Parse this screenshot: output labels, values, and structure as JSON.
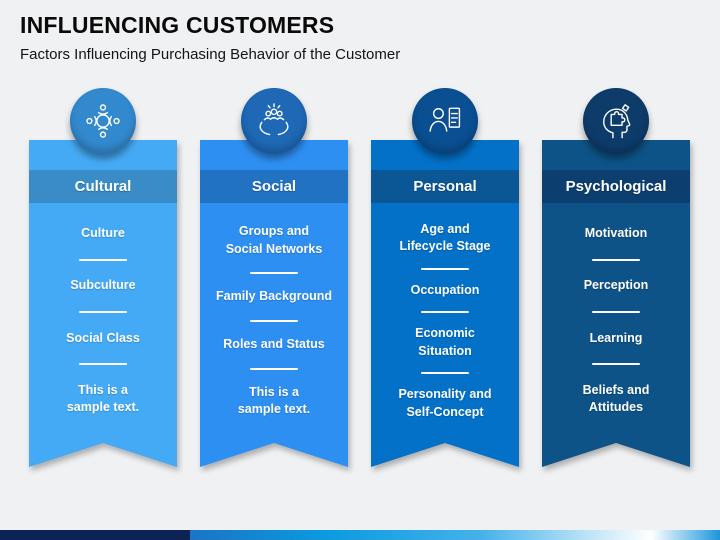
{
  "slide": {
    "title": "INFLUENCING CUSTOMERS",
    "subtitle": "Factors Influencing Purchasing Behavior of the Customer",
    "background_color": "#F0F1F3"
  },
  "columns": [
    {
      "header": "Cultural",
      "icon": "culture-group-icon",
      "colors": {
        "body": "#45AAF5",
        "band": "#3A8CC9",
        "circle": "#3289CE"
      },
      "items": [
        "Culture",
        "Subculture",
        "Social Class",
        "This is a\nsample text."
      ]
    },
    {
      "header": "Social",
      "icon": "hands-holding-people-icon",
      "colors": {
        "body": "#2E8FF2",
        "band": "#2272C4",
        "circle": "#1E68B5"
      },
      "items": [
        "Groups and\nSocial Networks",
        "Family Background",
        "Roles and Status",
        "This is a\nsample text."
      ]
    },
    {
      "header": "Personal",
      "icon": "person-profile-document-icon",
      "colors": {
        "body": "#0371C8",
        "band": "#0B5796",
        "circle": "#0A4F92"
      },
      "items": [
        "Age and\nLifecycle Stage",
        "Occupation",
        "Economic\nSituation",
        "Personality and\nSelf-Concept"
      ]
    },
    {
      "header": "Psychological",
      "icon": "head-puzzle-icon",
      "colors": {
        "body": "#0E5388",
        "band": "#0C3E70",
        "circle": "#0D3C6B"
      },
      "items": [
        "Motivation",
        "Perception",
        "Learning",
        "Beliefs and\nAttitudes"
      ]
    }
  ],
  "footer": {
    "left_bar_color": "#0D2355",
    "gradient_colors": [
      "#1B74C6",
      "#0A9BE0",
      "#45B2E9",
      "#C8E8F8",
      "#FFFFFF",
      "#1D96DB"
    ],
    "gradient_stops": [
      0,
      26,
      55,
      77,
      87,
      100
    ]
  }
}
